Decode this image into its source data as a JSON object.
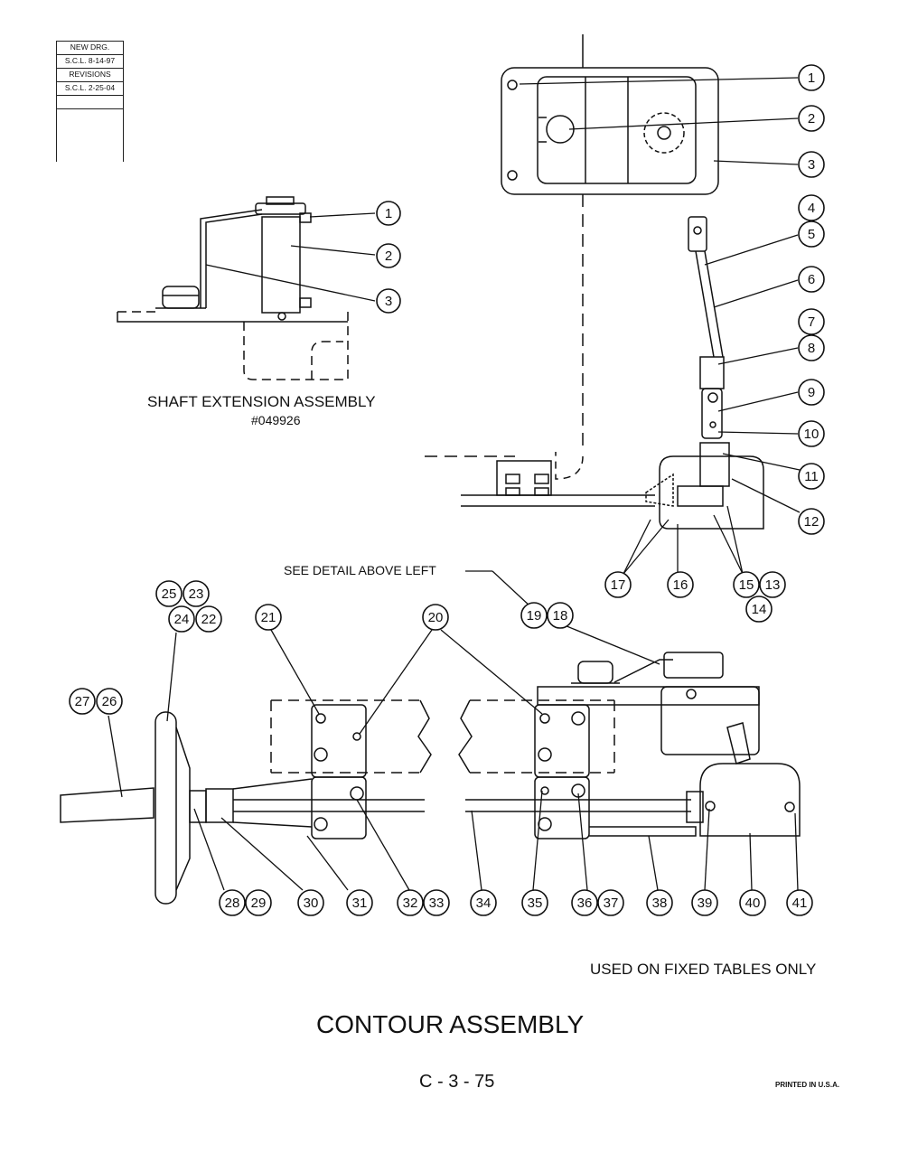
{
  "revision_block": {
    "rows": [
      "NEW DRG.",
      "S.C.L. 8-14-97",
      "REVISIONS",
      "S.C.L. 2-25-04",
      ""
    ]
  },
  "shaft_extension": {
    "title": "SHAFT EXTENSION ASSEMBLY",
    "part_number": "#049926",
    "callouts": [
      "1",
      "2",
      "3"
    ]
  },
  "upper_assembly": {
    "callouts": [
      "1",
      "2",
      "3",
      "4",
      "5",
      "6",
      "7",
      "8",
      "9",
      "10",
      "11",
      "12",
      "13",
      "14",
      "15",
      "16",
      "17"
    ]
  },
  "lower_assembly": {
    "see_detail": "SEE DETAIL ABOVE LEFT",
    "callouts": [
      "18",
      "19",
      "20",
      "21",
      "22",
      "23",
      "24",
      "25",
      "26",
      "27",
      "28",
      "29",
      "30",
      "31",
      "32",
      "33",
      "34",
      "35",
      "36",
      "37",
      "38",
      "39",
      "40",
      "41"
    ]
  },
  "notes": {
    "used_on": "USED ON FIXED TABLES ONLY"
  },
  "title": "CONTOUR ASSEMBLY",
  "page_number": "C - 3 - 75",
  "printed": "PRINTED IN U.S.A."
}
